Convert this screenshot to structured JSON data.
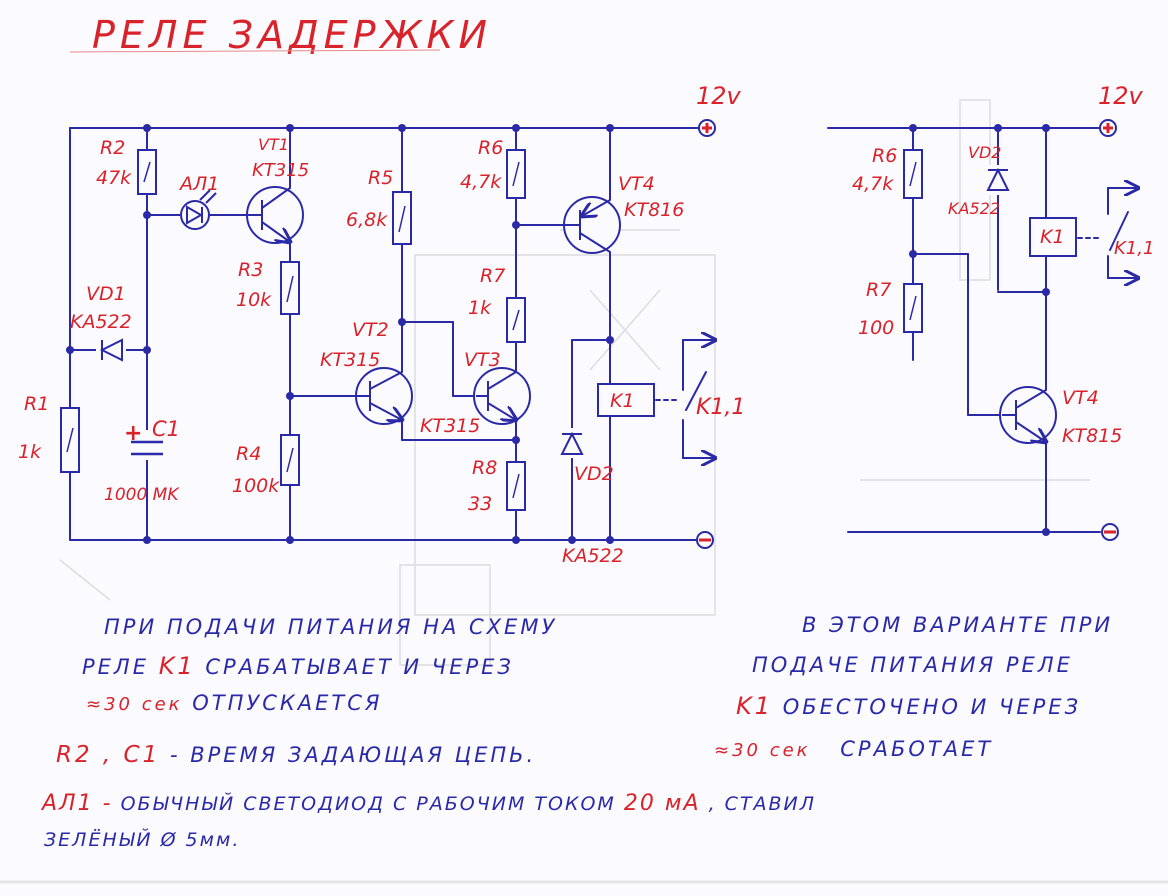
{
  "title": "РЕЛЕ ЗАДЕРЖКИ",
  "colors": {
    "ink": "#2b2aa6",
    "red": "#d8232a",
    "paper": "#fbfaff",
    "faint": "#c9c9c9"
  },
  "schematic1": {
    "supply_plus_label": "12v",
    "components": {
      "R1": {
        "ref": "R1",
        "value": "1k"
      },
      "R2": {
        "ref": "R2",
        "value": "47k"
      },
      "R3": {
        "ref": "R3",
        "value": "10k"
      },
      "R4": {
        "ref": "R4",
        "value": "100k"
      },
      "R5": {
        "ref": "R5",
        "value": "6,8k"
      },
      "R6": {
        "ref": "R6",
        "value": "4,7k"
      },
      "R7": {
        "ref": "R7",
        "value": "1k"
      },
      "R8": {
        "ref": "R8",
        "value": "33"
      },
      "C1": {
        "ref": "C1",
        "value": "1000 MK"
      },
      "VD1": {
        "ref": "VD1",
        "value": "KA522"
      },
      "VD2": {
        "ref": "VD2",
        "value": "KA522"
      },
      "AL1": {
        "ref": "AЛ1"
      },
      "VT1": {
        "ref": "VT1",
        "value": "KT315"
      },
      "VT2": {
        "ref": "VT2",
        "value": "KT315"
      },
      "VT3": {
        "ref": "VT3",
        "value": "KT315"
      },
      "VT4": {
        "ref": "VT4",
        "value": "KT816"
      },
      "K1": {
        "ref": "K1"
      },
      "K1_1": {
        "ref": "K1,1"
      }
    }
  },
  "schematic2": {
    "supply_plus_label": "12v",
    "components": {
      "R6": {
        "ref": "R6",
        "value": "4,7k"
      },
      "R7": {
        "ref": "R7",
        "value": "100"
      },
      "VD2": {
        "ref": "VD2",
        "value": "KA522"
      },
      "K1": {
        "ref": "K1"
      },
      "K1_1": {
        "ref": "K1,1"
      },
      "VT4": {
        "ref": "VT4",
        "value": "KT815"
      }
    }
  },
  "notes": {
    "left_line1": "ПРИ ПОДАЧИ ПИТАНИЯ НА СХЕМУ",
    "left_line2_a": "РЕЛЕ",
    "left_line2_b": "K1",
    "left_line2_c": "СРАБАТЫВАЕТ И ЧЕРЕЗ",
    "left_line3_a": "≈30 сек",
    "left_line3_b": "ОТПУСКАЕТСЯ",
    "right_line1": "В ЭТОМ ВАРИАНТЕ ПРИ",
    "right_line2": "ПОДАЧЕ ПИТАНИЯ РЕЛЕ",
    "right_line3_a": "K1",
    "right_line3_b": "ОБЕСТОЧЕНО И ЧЕРЕЗ",
    "right_line4_a": "≈30 сек",
    "right_line4_b": "СРАБОТАЕТ",
    "timing_a": "R2 , C1",
    "timing_b": "- ВРЕМЯ ЗАДАЮЩАЯ ЦЕПЬ.",
    "led_a": "AЛ1 -",
    "led_b": "ОБЫЧНЫЙ СВЕТОДИОД С РАБОЧИМ ТОКОМ",
    "led_c": "20 мА",
    "led_d": ", СТАВИЛ",
    "led_line2": "ЗЕЛЁНЫЙ Ø 5мм."
  }
}
